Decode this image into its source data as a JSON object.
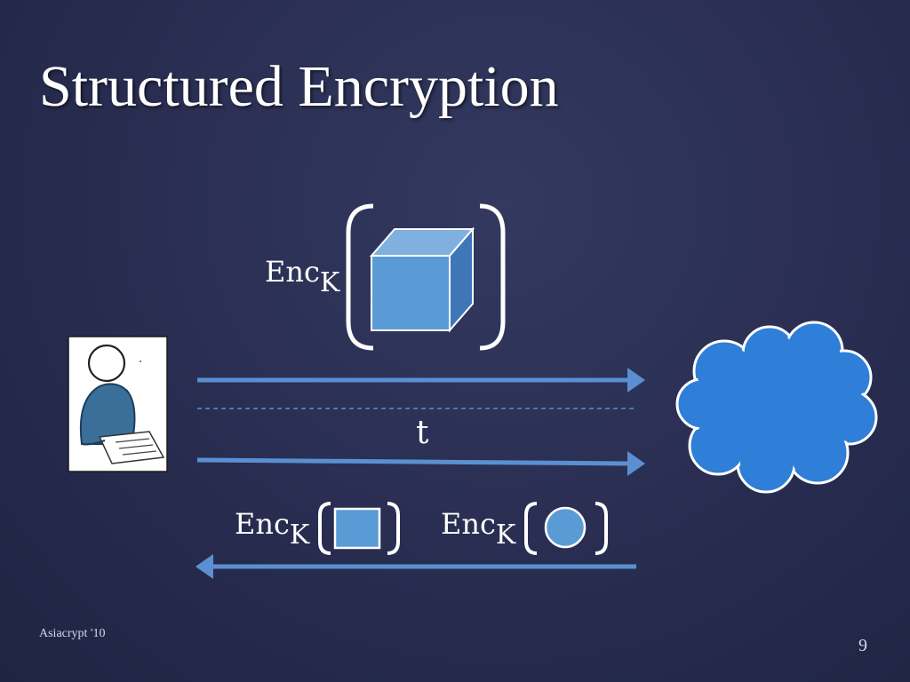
{
  "slide": {
    "title": "Structured Encryption",
    "footer": "Asiacrypt '10",
    "page_number": "9"
  },
  "diagram": {
    "top_enc": {
      "prefix": "Enc",
      "subscript": "K"
    },
    "token_label": "t",
    "result_enc_1": {
      "prefix": "Enc",
      "subscript": "K"
    },
    "result_enc_2": {
      "prefix": "Enc",
      "subscript": "K"
    }
  },
  "icons": [
    "user-icon",
    "cube-icon",
    "cloud-icon",
    "square-icon",
    "circle-icon",
    "arrow-right-icon",
    "arrow-left-icon"
  ],
  "colors": {
    "background": "#2a2f53",
    "arrow": "#5b8fd1",
    "cloud": "#2f7fd8",
    "cube_front": "#5b9bd5",
    "cube_top": "#7fb0e0",
    "cube_side": "#3f76b8",
    "person": "#3a6f9a"
  }
}
